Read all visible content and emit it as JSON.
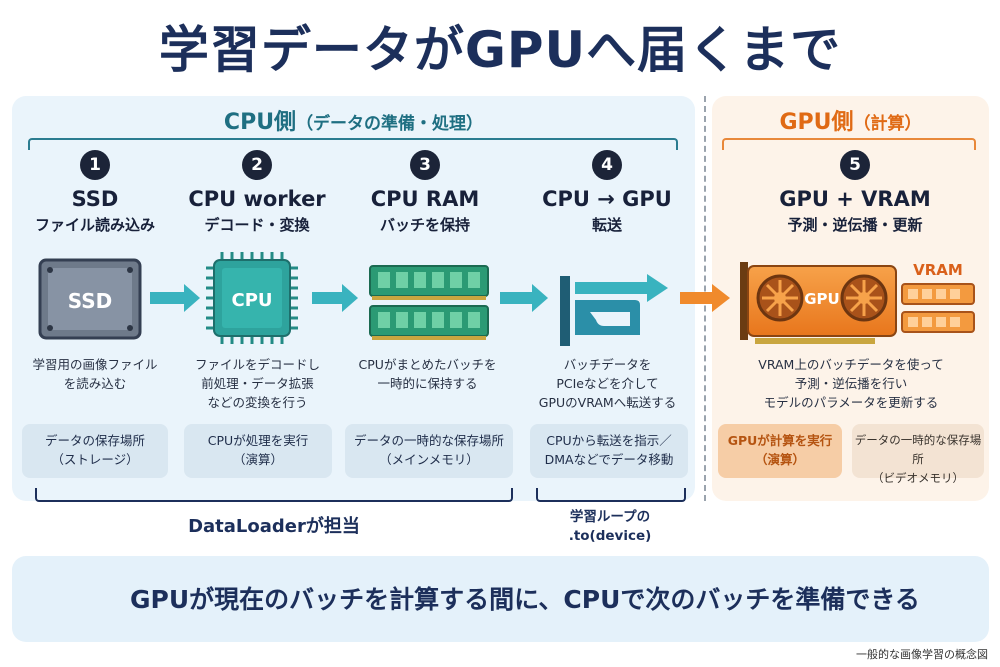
{
  "title": "学習データがGPUへ届くまで",
  "cpu_section": {
    "title": "CPU側",
    "subtitle": "（データの準備・処理）"
  },
  "gpu_section": {
    "title": "GPU側",
    "subtitle": "（計算）"
  },
  "steps": [
    {
      "num": "1",
      "name": "SSD",
      "sub": "ファイル読み込み",
      "icon_label": "SSD",
      "desc": [
        "学習用の画像ファイル",
        "を読み込む"
      ],
      "box": [
        "データの保存場所",
        "（ストレージ）"
      ]
    },
    {
      "num": "2",
      "name": "CPU worker",
      "sub": "デコード・変換",
      "icon_label": "CPU",
      "desc": [
        "ファイルをデコードし",
        "前処理・データ拡張",
        "などの変換を行う"
      ],
      "box": [
        "CPUが処理を実行",
        "（演算）"
      ]
    },
    {
      "num": "3",
      "name": "CPU RAM",
      "sub": "バッチを保持",
      "desc": [
        "CPUがまとめたバッチを",
        "一時的に保持する"
      ],
      "box": [
        "データの一時的な保存場所",
        "（メインメモリ）"
      ]
    },
    {
      "num": "4",
      "name": "CPU → GPU",
      "sub": "転送",
      "desc": [
        "バッチデータを",
        "PCIeなどを介して",
        "GPUのVRAMへ転送する"
      ],
      "box": [
        "CPUから転送を指示／",
        "DMAなどでデータ移動"
      ]
    },
    {
      "num": "5",
      "name": "GPU + VRAM",
      "sub": "予測・逆伝播・更新",
      "icon_label": "GPU",
      "vram_label": "VRAM",
      "desc": [
        "VRAM上のバッチデータを使って",
        "予測・逆伝播を行い",
        "モデルのパラメータを更新する"
      ],
      "box_a": [
        "GPUが計算を実行",
        "（演算）"
      ],
      "box_b": [
        "データの一時的な保存場所",
        "（ビデオメモリ）"
      ]
    }
  ],
  "dataloader_label": "DataLoaderが担当",
  "loop_label": [
    "学習ループの",
    ".to(device)"
  ],
  "banner_text": "GPUが現在のバッチを計算する間に、CPUで次のバッチを準備できる",
  "caption": "一般的な画像学習の概念図",
  "colors": {
    "navy": "#1c2f5b",
    "teal": "#2b9aa6",
    "orange": "#f08a2c",
    "panel_blue": "#eaf4fb",
    "panel_orange": "#fdf3e9"
  }
}
